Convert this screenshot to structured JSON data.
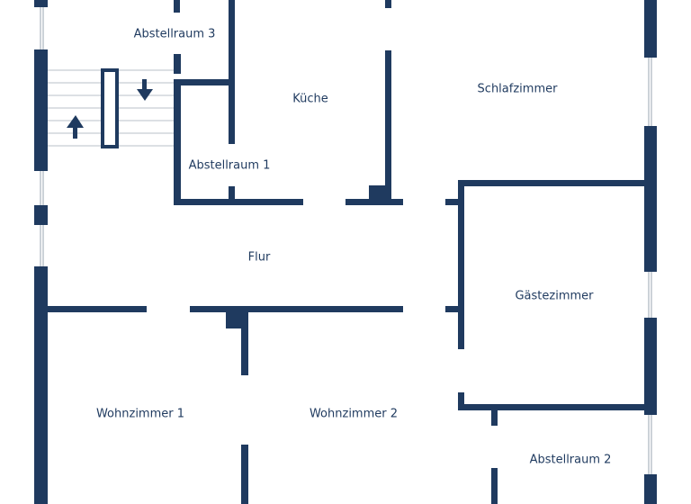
{
  "floorplan": {
    "rooms": {
      "abstellraum3": "Abstellraum 3",
      "kueche": "Küche",
      "schlafzimmer": "Schlafzimmer",
      "abstellraum1": "Abstellraum 1",
      "flur": "Flur",
      "gaestezimmer": "Gästezimmer",
      "wohnzimmer1": "Wohnzimmer 1",
      "wohnzimmer2": "Wohnzimmer 2",
      "abstellraum2": "Abstellraum 2"
    },
    "icons": {
      "stair_up": "arrow-up-icon",
      "stair_down": "arrow-down-icon"
    },
    "colors": {
      "wall": "#1f3a5f",
      "label": "#1f3a5f",
      "background": "#ffffff"
    }
  }
}
